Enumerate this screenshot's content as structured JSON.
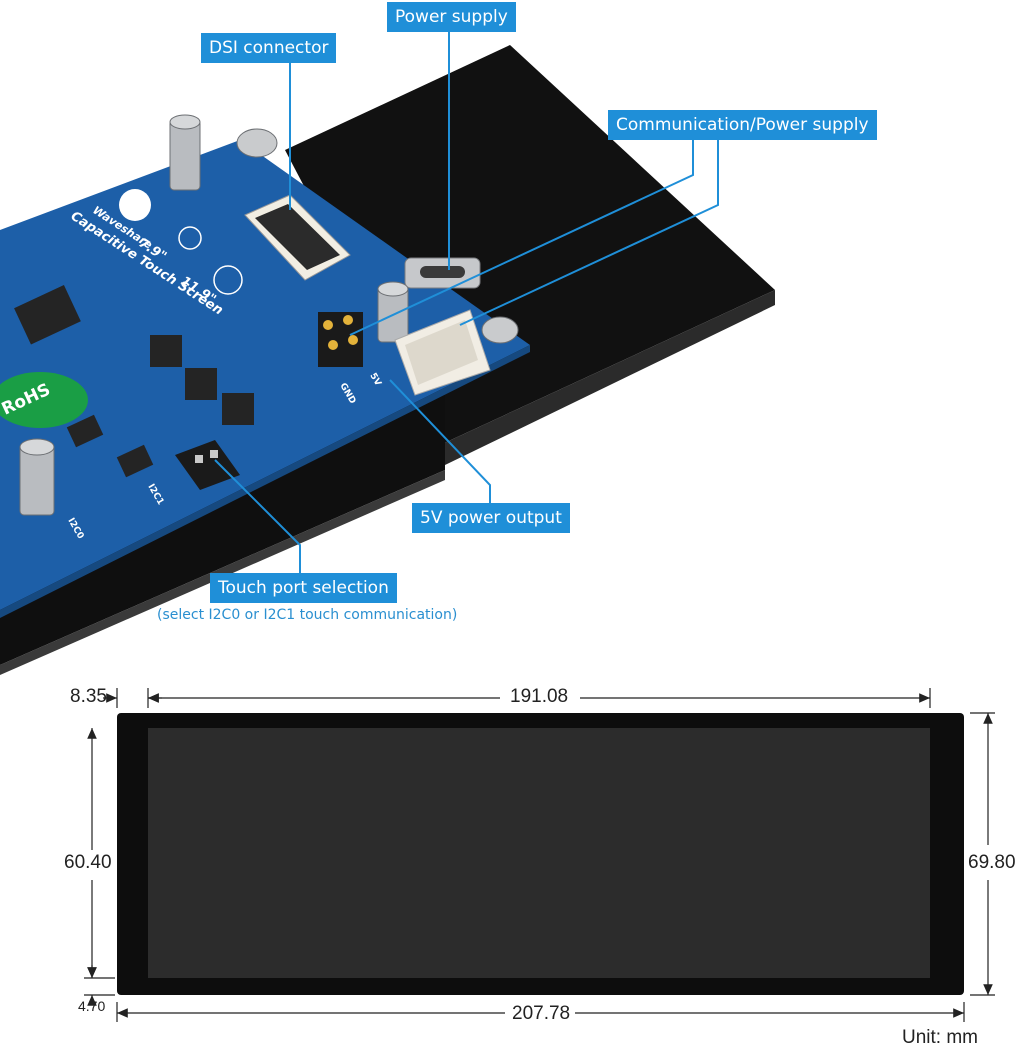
{
  "callouts": {
    "power_supply": "Power supply",
    "dsi_connector": "DSI connector",
    "comm_power": "Communication/Power supply",
    "power_output": "5V power output",
    "touch_port": "Touch port selection",
    "touch_port_note": "(select I2C0 or I2C1 touch communication)"
  },
  "board": {
    "brand": "Waveshare",
    "product": "Capacitive Touch Screen",
    "size_small": "7.9\"",
    "size_large": "11.9\"",
    "rohs": "RoHS",
    "pin_labels": [
      "GND",
      "5V"
    ],
    "switch_labels": [
      "I2C1",
      "I2C0"
    ]
  },
  "dimensions": {
    "left_border": "8.35",
    "active_width": "191.08",
    "active_height": "60.40",
    "bottom_border": "4.70",
    "outer_width": "207.78",
    "outer_height": "69.80",
    "unit": "Unit: mm"
  },
  "colors": {
    "callout_bg": "#1f8fd8",
    "pcb": "#1d5fa8",
    "panel_frame": "#0d0d0d",
    "panel_active": "#2c2c2c"
  }
}
